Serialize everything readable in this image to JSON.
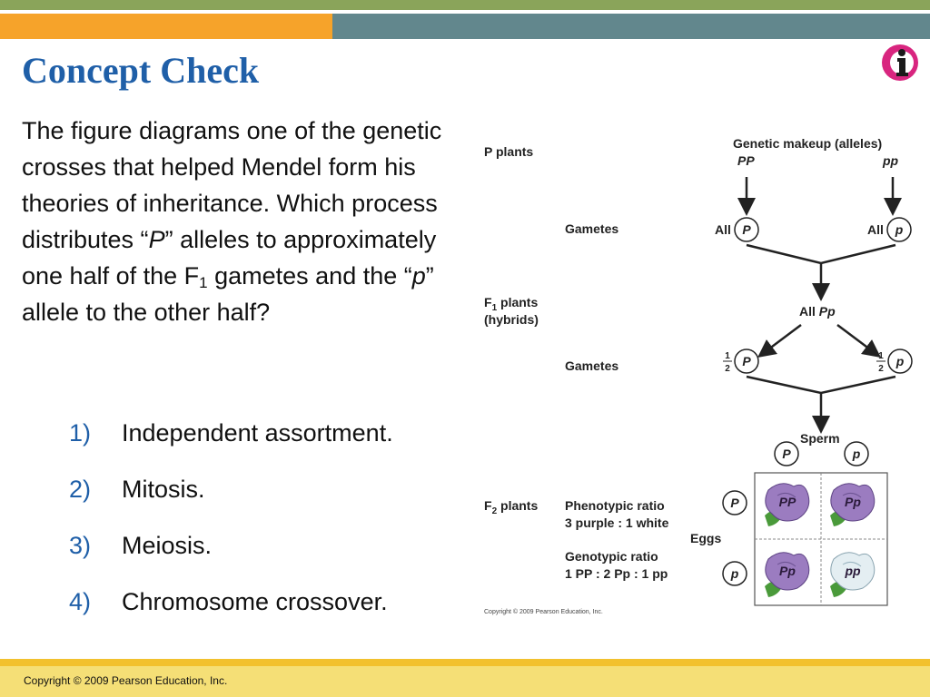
{
  "slide": {
    "title": "Concept Check",
    "question": {
      "part1": "The figure diagrams one of the genetic crosses that helped Mendel form his theories of inheritance. Which process distributes “",
      "allele_dominant": "P",
      "part2": "” alleles to approximately one half of the F",
      "subscript": "1",
      "part3": " gametes and the “",
      "allele_recessive": "p",
      "part4": "” allele to the other half?"
    },
    "answers": [
      {
        "number": "1)",
        "text": "Independent assortment."
      },
      {
        "number": "2)",
        "text": "Mitosis."
      },
      {
        "number": "3)",
        "text": "Meiosis."
      },
      {
        "number": "4)",
        "text": "Chromosome crossover."
      }
    ],
    "accent_color": "#1f5fa8",
    "logo_icon": "info-person-icon"
  },
  "figure": {
    "p_plants_label": "P plants",
    "genetic_makeup_label": "Genetic makeup (alleles)",
    "pp_dominant": "PP",
    "pp_recessive": "pp",
    "gametes_label": "Gametes",
    "all_label": "All",
    "allele_P": "P",
    "allele_p": "p",
    "f1_label": "F",
    "f1_sub": "1",
    "f1_plants": " plants",
    "hybrids_label": "(hybrids)",
    "all_Pp_prefix": "All ",
    "genotype_Pp": "Pp",
    "half_num": "1",
    "half_den": "2",
    "sperm_label": "Sperm",
    "eggs_label": "Eggs",
    "f2_label": "F",
    "f2_sub": "2",
    "f2_plants": " plants",
    "phenotypic_ratio_label": "Phenotypic ratio",
    "phenotypic_ratio_value": "3 purple : 1 white",
    "genotypic_ratio_label": "Genotypic ratio",
    "genotypic_ratio_value": "1 PP : 2 Pp : 1 pp",
    "punnett_cells": [
      "PP",
      "Pp",
      "Pp",
      "pp"
    ],
    "purple_color": "#a07cc0",
    "white_color": "#e4eef2",
    "copyright_small": "Copyright © 2009 Pearson Education, Inc."
  },
  "footer": {
    "copyright": "Copyright © 2009 Pearson Education, Inc."
  }
}
